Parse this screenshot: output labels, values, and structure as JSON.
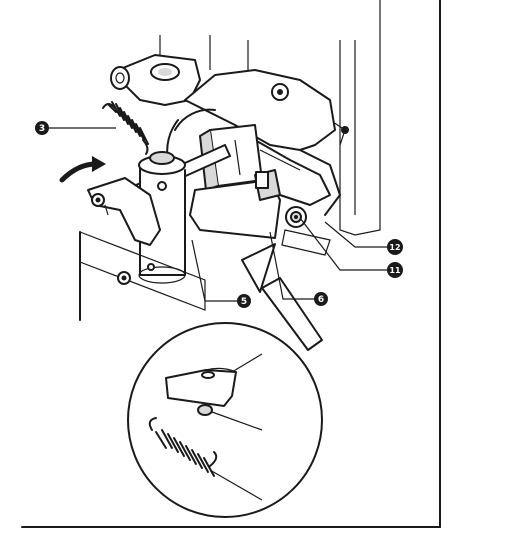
{
  "callouts": [
    {
      "id": "3",
      "label": "3"
    },
    {
      "id": "5",
      "label": "5"
    },
    {
      "id": "6",
      "label": "6"
    },
    {
      "id": "11",
      "label": "11"
    },
    {
      "id": "12",
      "label": "12"
    }
  ],
  "colors": {
    "ink": "#1a1a1a",
    "paper": "#ffffff",
    "shade": "#d9d9d9"
  }
}
